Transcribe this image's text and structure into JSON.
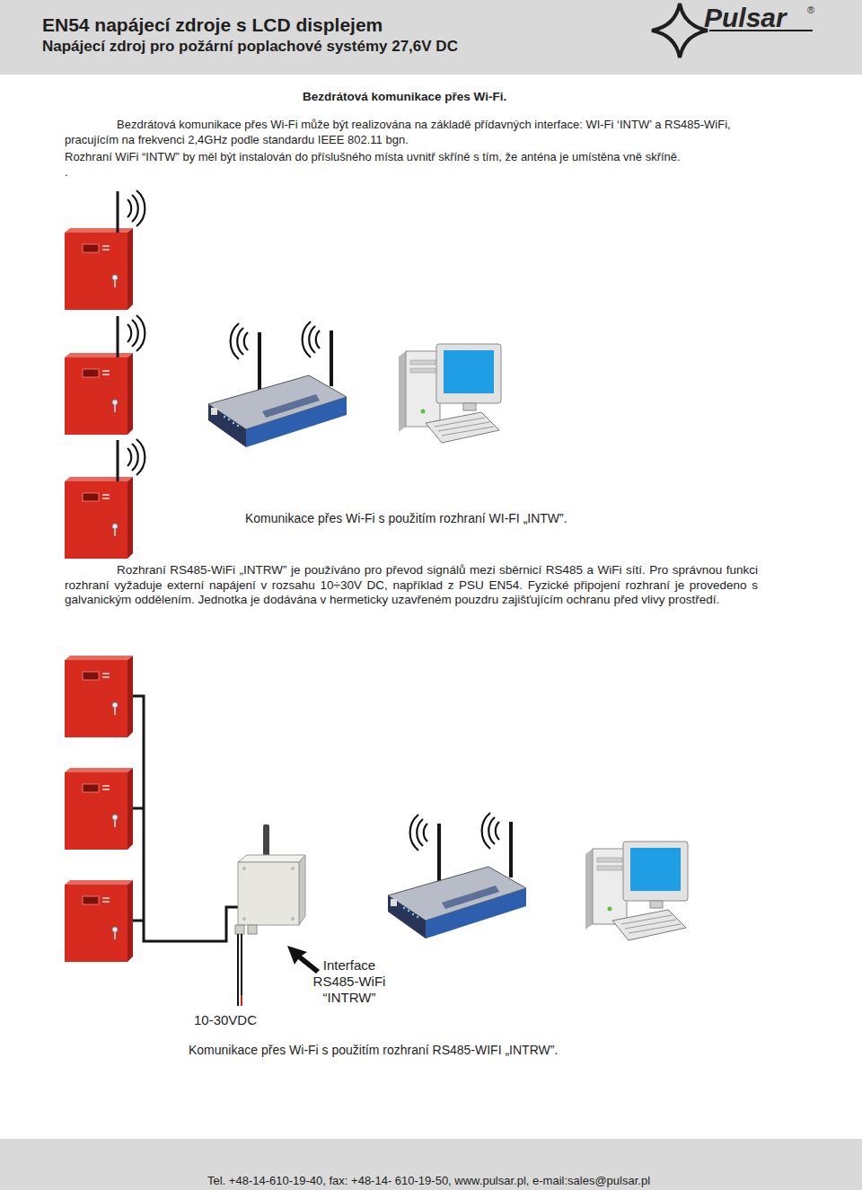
{
  "diagram": {
    "title": "EN54 napájecí zdroje s LCD displejem",
    "labels": [
      "Napájecí zdroj pro požární poplachové systémy 27,6V DC",
      "Pulsar",
      "®",
      "Bezdrátová komunikace přes Wi-Fi.",
      "Bezdrátová komunikace přes Wi-Fi může být realizována na základě přídavných interface: WI-Fi ‘INTW’ a RS485-WiFi, pracujícím na frekvenci 2,4GHz podle standardu IEEE 802.11 bgn.",
      "Rozhraní WiFi “INTW” by měl být instalován do příslušného místa uvnitř skříně s tím, že anténa je umístěna vně skříně.",
      ".",
      "Komunikace přes Wi-Fi s použitím rozhraní WI-FI „INTW”.",
      "Rozhraní RS485-WiFi „INTRW” je používáno pro převod signálů mezi sběrnicí RS485 a WiFi sítí. Pro správnou funkci rozhraní vyžaduje externí napájení v rozsahu 10÷30V DC, například z PSU EN54. Fyzické připojení rozhraní je provedeno s galvanickým oddělením. Jednotka je dodávána v hermeticky uzavřeném pouzdru zajišťujícím ochranu před vlivy prostředí.",
      "Interface RS485-WiFi “INTRW”",
      "10-30VDC",
      "Komunikace přes Wi-Fi s použitím rozhraní RS485-WIFI „INTRW”.",
      "Tel. +48-14-610-19-40, fax: +48-14- 610-19-50, www.pulsar.pl, e-mail:sales@pulsar.pl"
    ]
  }
}
